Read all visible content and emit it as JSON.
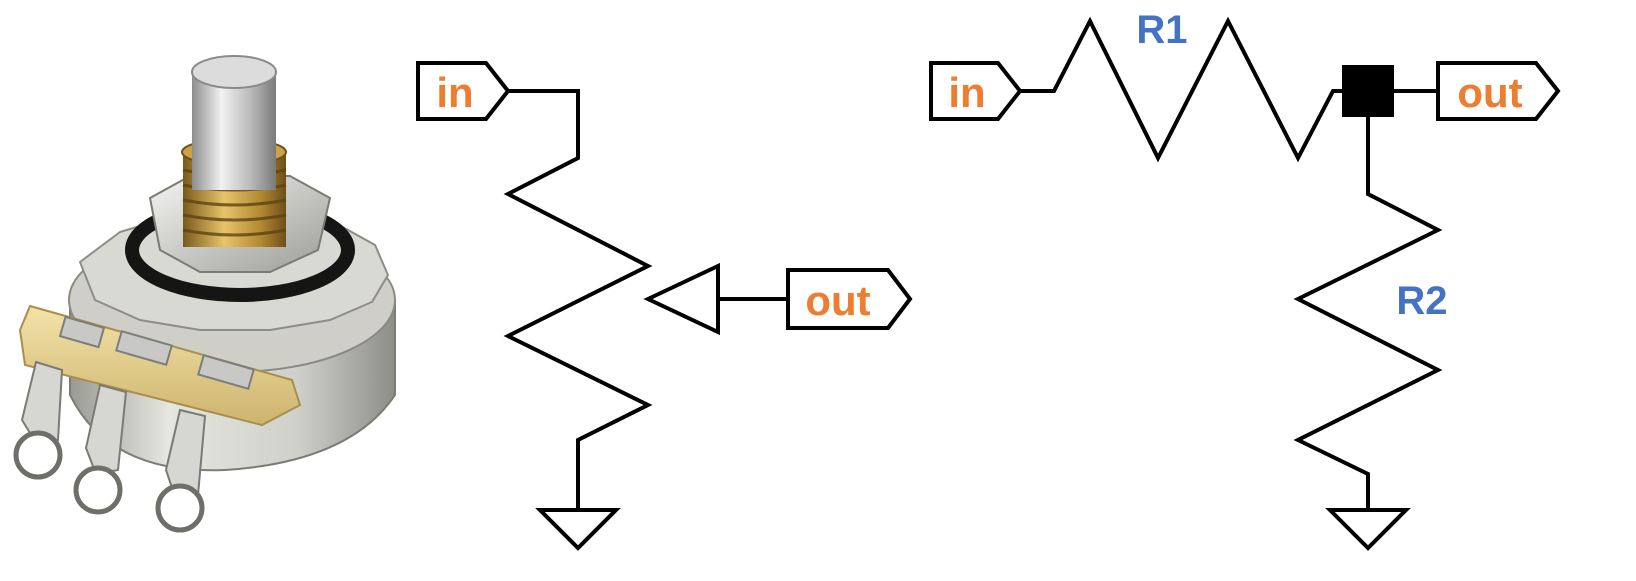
{
  "colors": {
    "port_label": "#ED7D31",
    "ref_label": "#4472C4",
    "wire": "#000000",
    "background": "#FFFFFF"
  },
  "photo": {
    "subject": "rotary potentiometer with shaft, brass bushing and three solder lugs"
  },
  "potentiometer_schematic": {
    "input_label": "in",
    "output_label": "out",
    "ground_symbol": "ground-icon"
  },
  "voltage_divider_schematic": {
    "input_label": "in",
    "output_label": "out",
    "resistor_1": "R1",
    "resistor_2": "R2",
    "ground_symbol": "ground-icon"
  }
}
